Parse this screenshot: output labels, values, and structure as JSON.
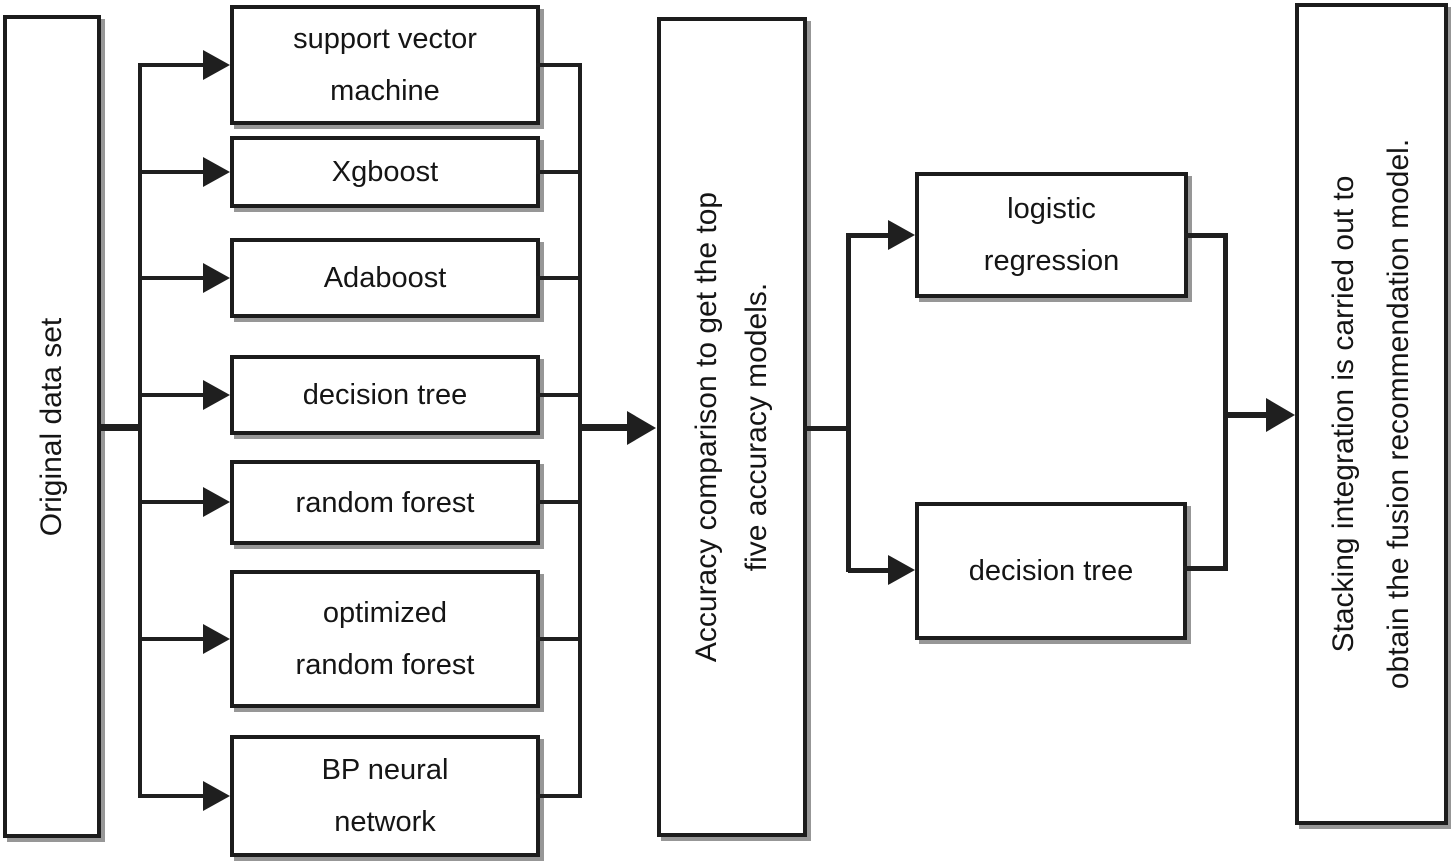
{
  "diagram": {
    "type": "flowchart",
    "source": {
      "label": "Original data set",
      "lines": [
        "Original data set"
      ]
    },
    "base_models": [
      {
        "label": "support vector machine",
        "lines": [
          "support vector",
          "machine"
        ]
      },
      {
        "label": "Xgboost",
        "lines": [
          "Xgboost"
        ]
      },
      {
        "label": "Adaboost",
        "lines": [
          "Adaboost"
        ]
      },
      {
        "label": "decision tree",
        "lines": [
          "decision tree"
        ]
      },
      {
        "label": "random forest",
        "lines": [
          "random forest"
        ]
      },
      {
        "label": "optimized random forest",
        "lines": [
          "optimized",
          "random forest"
        ]
      },
      {
        "label": "BP neural network",
        "lines": [
          "BP neural",
          "network"
        ]
      }
    ],
    "selection": {
      "label": "Accuracy comparison to get the top five accuracy models.",
      "lines": [
        "Accuracy comparison to get the top",
        "five accuracy models."
      ]
    },
    "meta_models": [
      {
        "label": "logistic regression",
        "lines": [
          "logistic",
          "regression"
        ]
      },
      {
        "label": "decision tree",
        "lines": [
          "decision tree"
        ]
      }
    ],
    "output": {
      "label": "Stacking integration is carried out to obtain the fusion recommendation model.",
      "lines": [
        "Stacking integration is carried out to",
        "obtain the fusion recommendation model."
      ]
    },
    "colors": {
      "ink": "#1f1f1f",
      "box_border": "#1c1c1c",
      "shadow": "#979797",
      "background": "#ffffff"
    }
  }
}
